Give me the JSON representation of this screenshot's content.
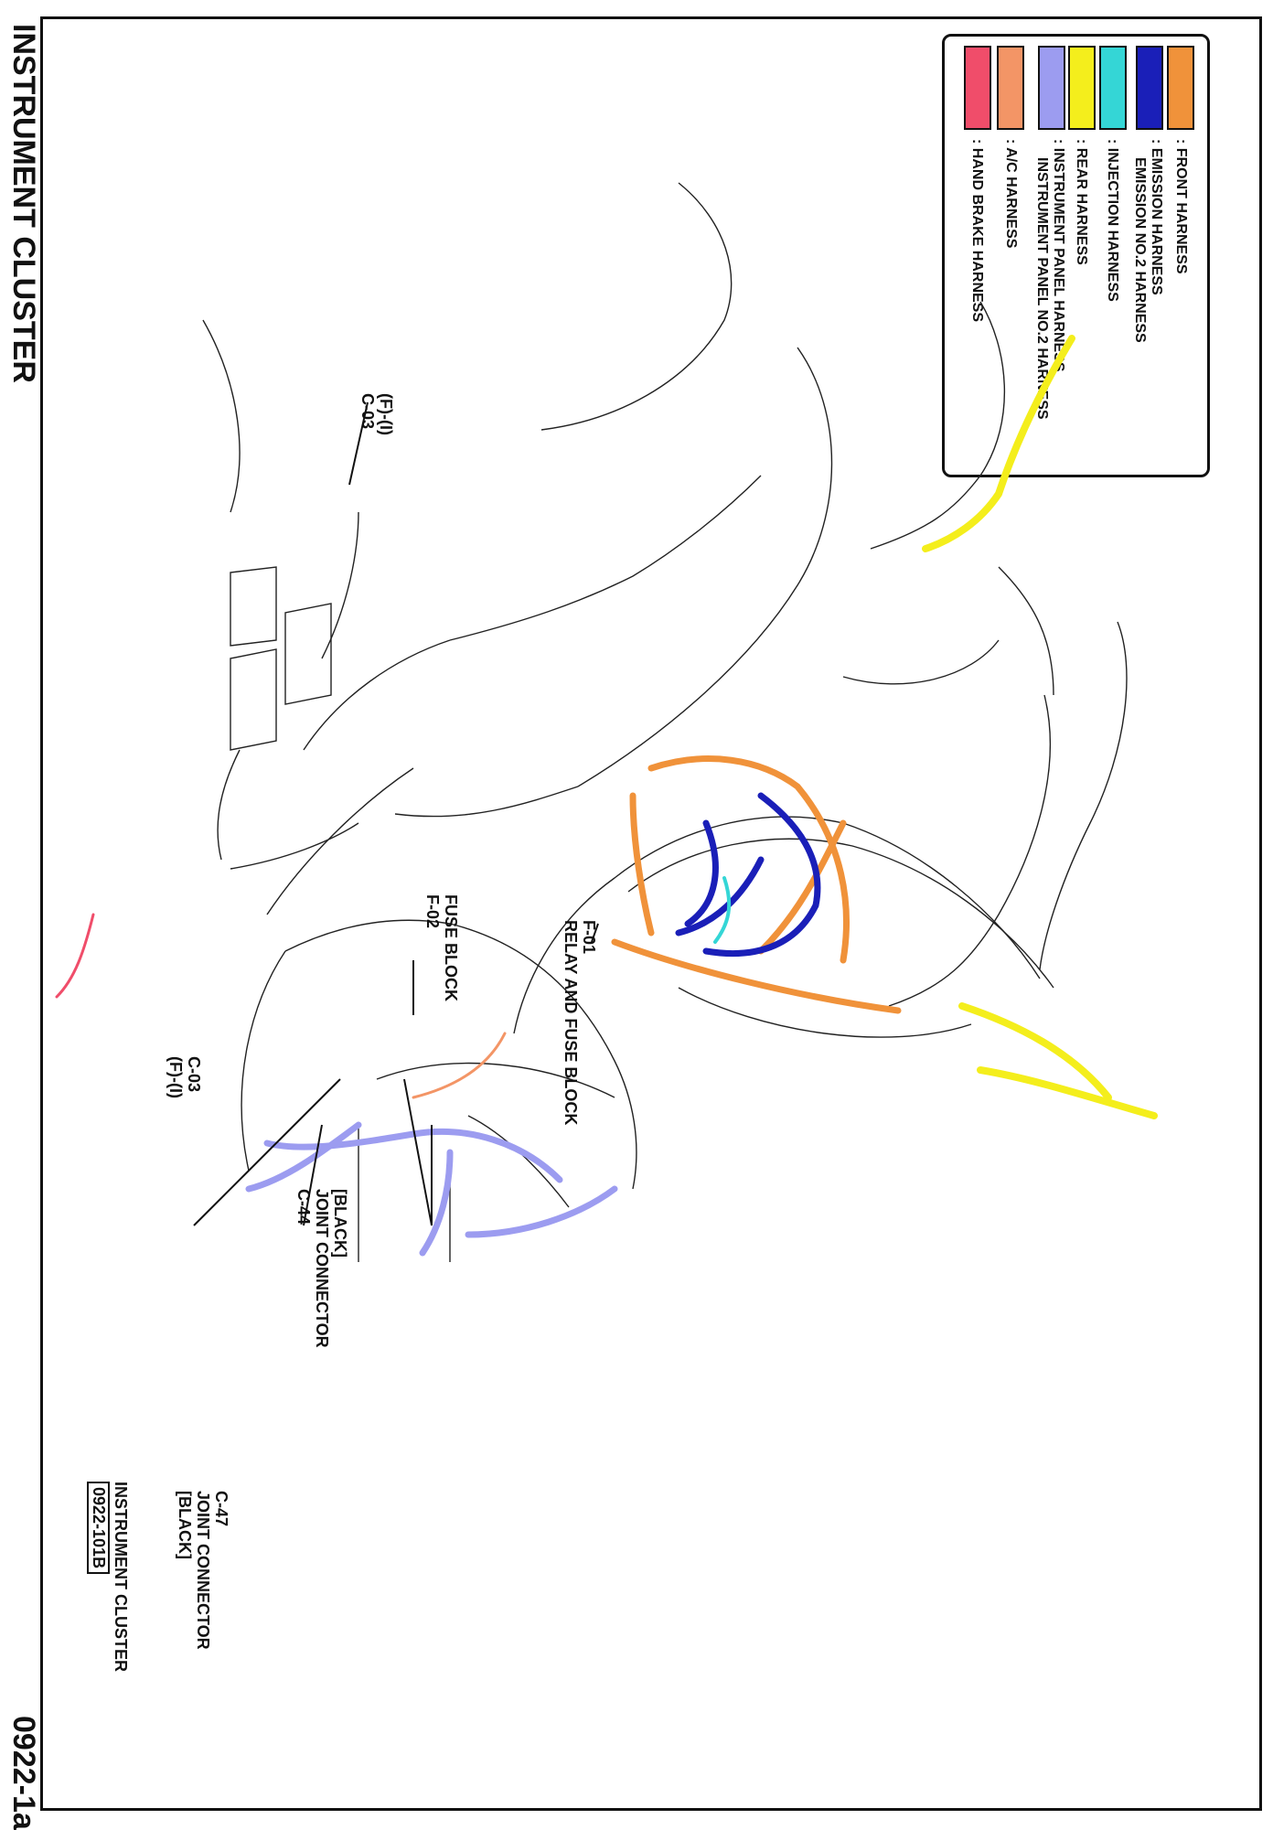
{
  "page": {
    "title": "INSTRUMENT CLUSTER",
    "figure_id": "0922-1a"
  },
  "legend": [
    {
      "label": ": FRONT HARNESS",
      "color": "#f0923a"
    },
    {
      "label": ": EMISSION HARNESS",
      "color": "#1a1fb8",
      "label2": "EMISSION NO.2 HARNESS"
    },
    {
      "label": ": INJECTION HARNESS",
      "color": "#34d6d6"
    },
    {
      "label": ": REAR HARNESS",
      "color": "#f4ee1c"
    },
    {
      "label": ": INSTRUMENT PANEL HARNESS",
      "color": "#9c9cf0",
      "label2": "INSTRUMENT PANEL NO.2 HARNESS"
    },
    {
      "label": ": A/C HARNESS",
      "color": "#f39566"
    },
    {
      "label": ": HAND BRAKE HARNESS",
      "color": "#f04d6a"
    }
  ],
  "callouts": {
    "f01_code": "F-01",
    "f01_name": "RELAY AND FUSE BLOCK",
    "f02_name": "FUSE BLOCK",
    "f02_code": "F-02",
    "c44_tag": "[BLACK]",
    "c44_name": "JOINT CONNECTOR",
    "c44_code": "C-44",
    "c03_code": "C-03",
    "c03_sub": "(F)-(I)",
    "left_c03_sub": "(F)-(I)",
    "left_c03_code": "C-03",
    "cluster_name": "INSTRUMENT CLUSTER",
    "cluster_ref": "0922-101B",
    "c47_code": "C-47",
    "c47_name": "JOINT CONNECTOR",
    "c47_tag": "[BLACK]"
  },
  "colors": {
    "front": "#f0923a",
    "emission": "#1a1fb8",
    "injection": "#34d6d6",
    "rear": "#f4ee1c",
    "instrument_panel": "#9c9cf0",
    "ac": "#f39566",
    "hand_brake": "#f04d6a",
    "line": "#111111"
  }
}
